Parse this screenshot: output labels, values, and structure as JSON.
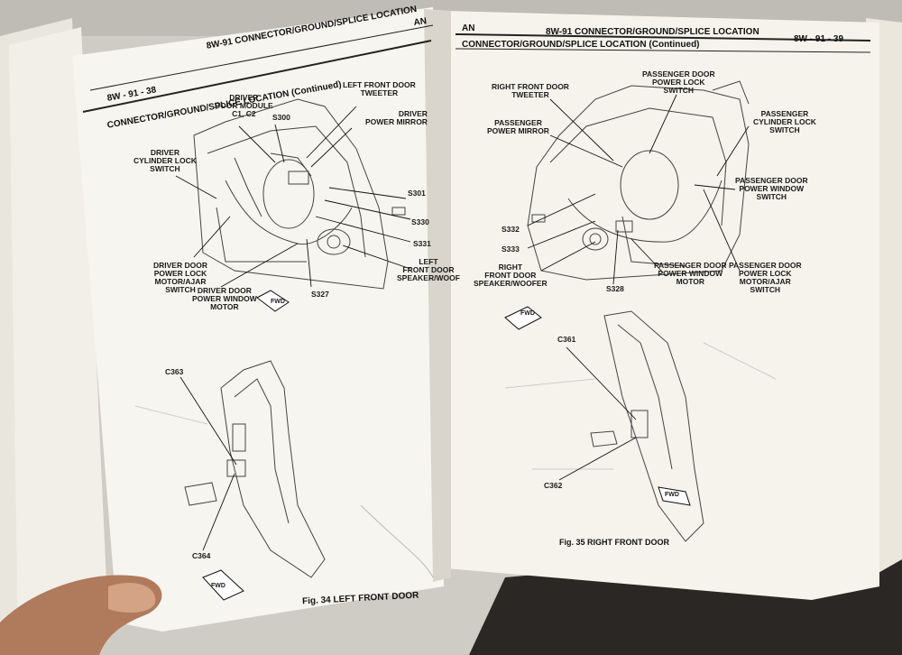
{
  "left_page": {
    "page_number": "8W - 91 - 38",
    "header_title": "8W-91 CONNECTOR/GROUND/SPLICE LOCATION",
    "header_model": "AN",
    "section_title": "CONNECTOR/GROUND/SPLICE LOCATION (Continued)",
    "labels": {
      "driver_door_module": "DRIVER\nDOOR MODULE\nC1, C2",
      "left_tweeter": "LEFT FRONT DOOR\nTWEETER",
      "driver_mirror": "DRIVER\nPOWER MIRROR",
      "driver_cylinder": "DRIVER\nCYLINDER LOCK\nSWITCH",
      "s300": "S300",
      "s301": "S301",
      "s330": "S330",
      "s331": "S331",
      "s327": "S327",
      "driver_lock_motor": "DRIVER DOOR\nPOWER LOCK\nMOTOR/AJAR\nSWITCH",
      "driver_window_motor": "DRIVER DOOR\nPOWER WINDOW\nMOTOR",
      "left_woofer": "LEFT\nFRONT DOOR\nSPEAKER/WOOF",
      "fwd": "FWD",
      "c363": "C363",
      "c364": "C364",
      "fwd2": "FWD"
    },
    "caption": "Fig. 34 LEFT FRONT DOOR"
  },
  "right_page": {
    "header_model": "AN",
    "header_title": "8W-91 CONNECTOR/GROUND/SPLICE LOCATION",
    "page_number": "8W - 91 - 39",
    "section_title": "CONNECTOR/GROUND/SPLICE LOCATION (Continued)",
    "labels": {
      "right_tweeter": "RIGHT FRONT DOOR\nTWEETER",
      "pass_lock_switch": "PASSENGER DOOR\nPOWER LOCK\nSWITCH",
      "pass_mirror": "PASSENGER\nPOWER MIRROR",
      "pass_cylinder": "PASSENGER\nCYLINDER LOCK\nSWITCH",
      "pass_window_switch": "PASSENGER DOOR\nPOWER WINDOW\nSWITCH",
      "s332": "S332",
      "s333": "S333",
      "s328": "S328",
      "right_woofer": "RIGHT\nFRONT DOOR\nSPEAKER/WOOFER",
      "pass_window_motor": "PASSENGER DOOR\nPOWER WINDOW\nMOTOR",
      "pass_lock_motor": "PASSENGER DOOR\nPOWER LOCK\nMOTOR/AJAR\nSWITCH",
      "fwd": "FWD",
      "c361": "C361",
      "c362": "C362",
      "fwd2": "FWD"
    },
    "caption": "Fig. 35 RIGHT FRONT DOOR"
  }
}
